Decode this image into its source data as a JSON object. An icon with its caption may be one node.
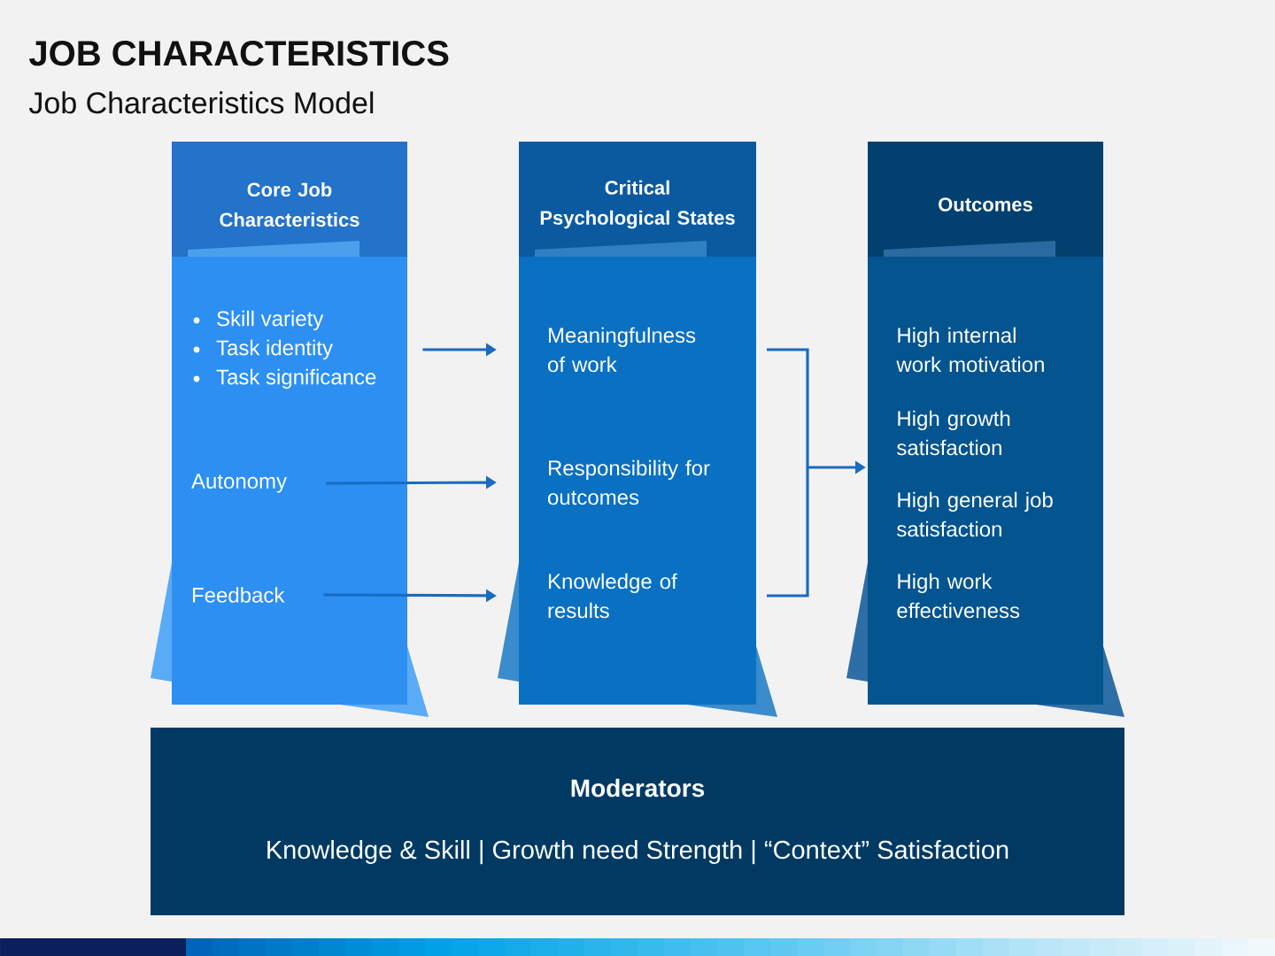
{
  "diagram": {
    "title": "JOB CHARACTERISTICS",
    "nodes": [
      {
        "text": [
          "Core Job Characteristics"
        ]
      },
      {
        "text": [
          "Skill variety",
          "Task identity",
          "Task significance"
        ],
        "in": 0
      },
      {
        "text": [
          "Autonomy"
        ],
        "in": 0
      },
      {
        "text": [
          "Feedback"
        ],
        "in": 0
      },
      {
        "text": [
          "Critical Psychological States"
        ]
      },
      {
        "text": [
          "Meaningfulness of work"
        ],
        "in": 4
      },
      {
        "text": [
          "Responsibility for outcomes"
        ],
        "in": 4
      },
      {
        "text": [
          "Knowledge of results"
        ],
        "in": 4
      },
      {
        "text": [
          "Outcomes",
          "High internal work motivation",
          "High growth satisfaction",
          "High general job satisfaction",
          "High work effectiveness"
        ]
      },
      {
        "text": [
          "Moderators",
          "Knowledge & Skill | Growth need Strength | “Context” Satisfaction"
        ]
      }
    ],
    "edges": [
      {
        "from": 1,
        "to": 5,
        "arrow": "to"
      },
      {
        "from": 2,
        "to": 6,
        "arrow": "to"
      },
      {
        "from": 3,
        "to": 7,
        "arrow": "to"
      },
      {
        "from": 5,
        "to": 8,
        "arrow": "to"
      },
      {
        "from": 7,
        "to": 8,
        "arrow": "to"
      }
    ],
    "labels": [
      "Job Characteristics Model"
    ]
  }
}
